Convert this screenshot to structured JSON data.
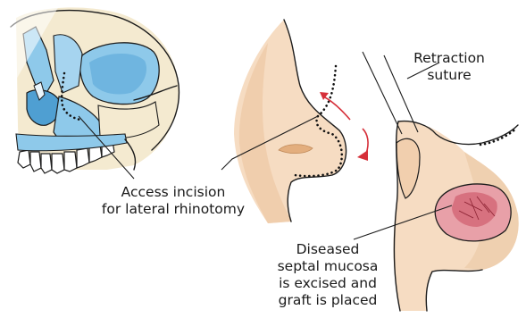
{
  "labels": {
    "retraction": [
      "Retraction",
      "suture"
    ],
    "access": [
      "Access incision",
      "for lateral rhinotomy"
    ],
    "diseased": [
      "Diseased",
      "septal mucosa",
      "is excised and",
      "graft is placed"
    ]
  },
  "colors": {
    "bone_blue": "#8ec9ea",
    "bone_blue_dark": "#4f9fd2",
    "cream": "#f4ead0",
    "skin": "#f6dcc2",
    "skin_shadow": "#e9bf98",
    "mucosa": "#e8a0a8",
    "mucosa_dark": "#c94b5c",
    "arrow_red": "#d6303a",
    "ink": "#1c1c1c"
  },
  "icons": [
    "skull-illustration",
    "nose-profile-illustration",
    "retracted-nose-illustration",
    "curved-arrow-icon"
  ]
}
